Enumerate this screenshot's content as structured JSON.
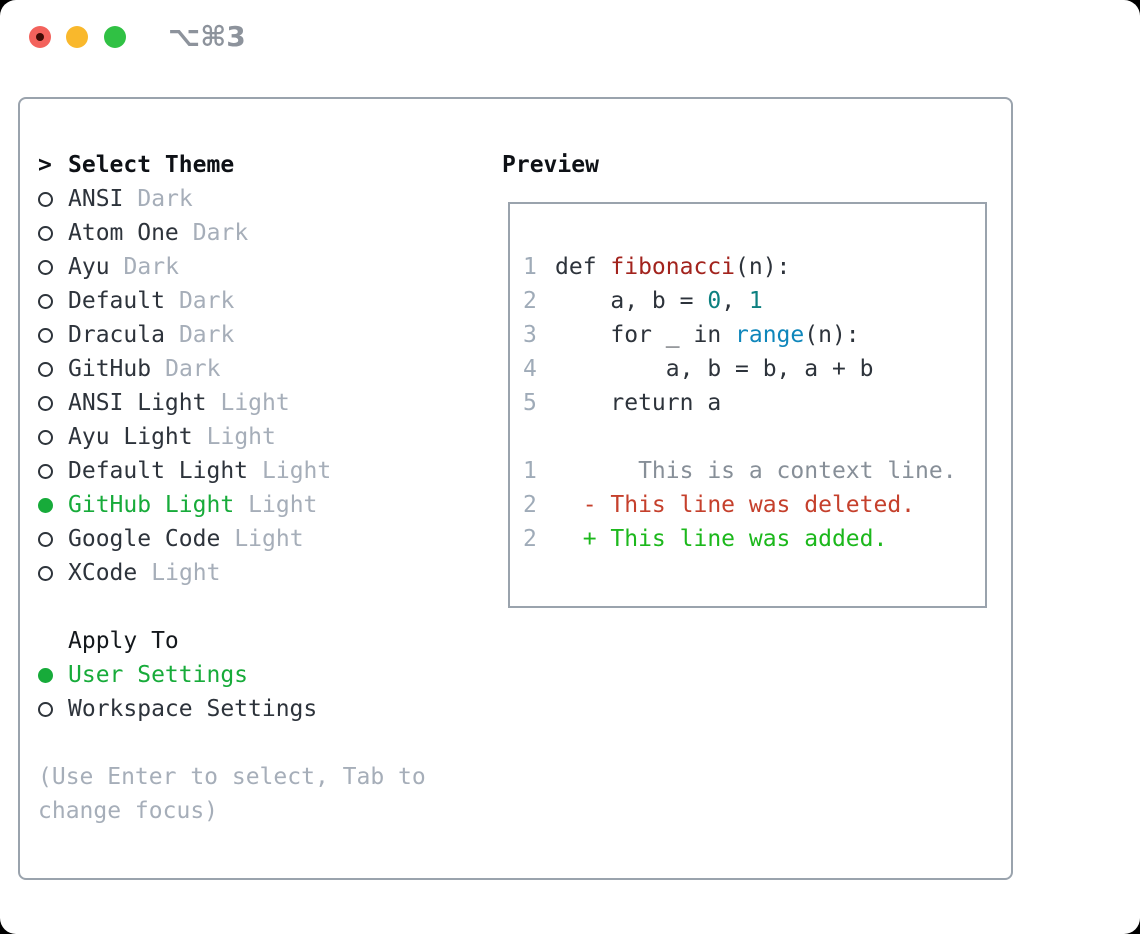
{
  "window": {
    "title_shortcut": "⌥⌘3"
  },
  "theme_picker": {
    "prompt_marker": ">",
    "title": "Select Theme",
    "themes": [
      {
        "name": "ANSI",
        "variant": "Dark",
        "selected": false
      },
      {
        "name": "Atom One",
        "variant": "Dark",
        "selected": false
      },
      {
        "name": "Ayu",
        "variant": "Dark",
        "selected": false
      },
      {
        "name": "Default",
        "variant": "Dark",
        "selected": false
      },
      {
        "name": "Dracula",
        "variant": "Dark",
        "selected": false
      },
      {
        "name": "GitHub",
        "variant": "Dark",
        "selected": false
      },
      {
        "name": "ANSI Light",
        "variant": "Light",
        "selected": false
      },
      {
        "name": "Ayu Light",
        "variant": "Light",
        "selected": false
      },
      {
        "name": "Default Light",
        "variant": "Light",
        "selected": false
      },
      {
        "name": "GitHub Light",
        "variant": "Light",
        "selected": true
      },
      {
        "name": "Google Code",
        "variant": "Light",
        "selected": false
      },
      {
        "name": "XCode",
        "variant": "Light",
        "selected": false
      }
    ],
    "apply_to": {
      "title": "Apply To",
      "options": [
        {
          "name": "User Settings",
          "selected": true
        },
        {
          "name": "Workspace Settings",
          "selected": false
        }
      ]
    },
    "hint": "(Use Enter to select, Tab to change focus)"
  },
  "preview": {
    "title": "Preview",
    "code_lines": [
      {
        "num": "1",
        "tokens": [
          {
            "text": "def ",
            "type": "keyword"
          },
          {
            "text": "fibonacci",
            "type": "function"
          },
          {
            "text": "(n):",
            "type": "plain"
          }
        ]
      },
      {
        "num": "2",
        "tokens": [
          {
            "text": "    a, b = ",
            "type": "plain"
          },
          {
            "text": "0",
            "type": "number"
          },
          {
            "text": ", ",
            "type": "plain"
          },
          {
            "text": "1",
            "type": "number"
          }
        ]
      },
      {
        "num": "3",
        "tokens": [
          {
            "text": "    for _ in ",
            "type": "plain"
          },
          {
            "text": "range",
            "type": "builtin"
          },
          {
            "text": "(n):",
            "type": "plain"
          }
        ]
      },
      {
        "num": "4",
        "tokens": [
          {
            "text": "        a, b = b, a + b",
            "type": "plain"
          }
        ]
      },
      {
        "num": "5",
        "tokens": [
          {
            "text": "    return a",
            "type": "plain"
          }
        ]
      }
    ],
    "diff_lines": [
      {
        "num": "1",
        "kind": "context",
        "text": "      This is a context line."
      },
      {
        "num": "2",
        "kind": "deleted",
        "text": "  - This line was deleted."
      },
      {
        "num": "2",
        "kind": "added",
        "text": "  + This line was added."
      }
    ]
  },
  "colors": {
    "selection_green": "#17ab3a",
    "added_green": "#1cb81c",
    "deleted_red": "#c5402c",
    "function_red": "#a2231d",
    "number_teal": "#0d8080",
    "builtin_blue": "#0e86bb",
    "text_dark": "#2d333b",
    "muted_gray": "#a6aeb9",
    "border_gray": "#9aa3ad",
    "traffic_red": "#f3625c",
    "traffic_yellow": "#f9b82c",
    "traffic_green": "#30c144"
  }
}
